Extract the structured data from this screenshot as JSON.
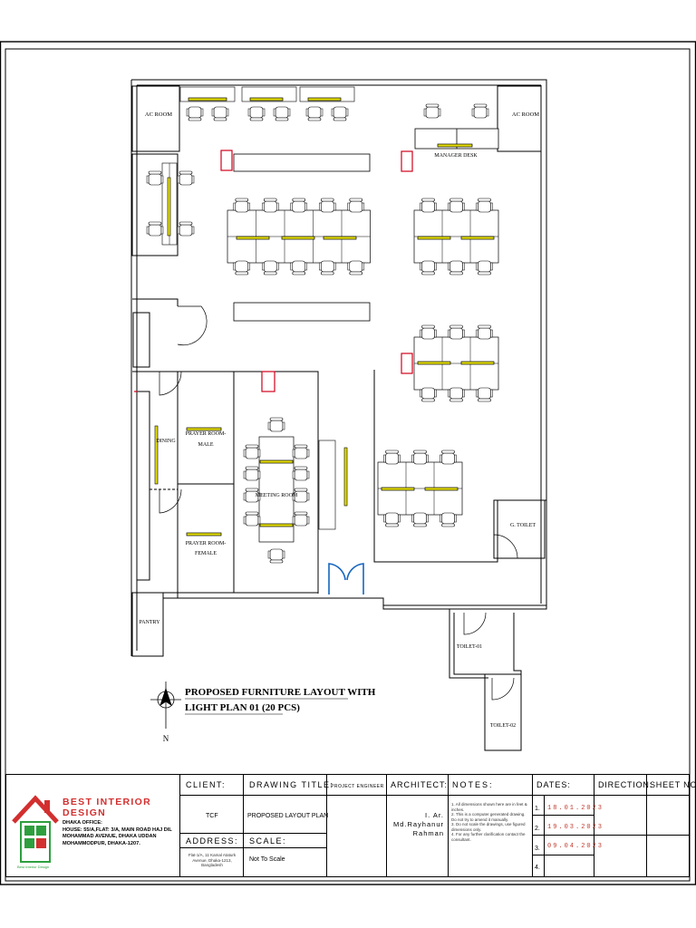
{
  "rooms": {
    "ac_room_left": "AC ROOM",
    "ac_room_right": "AC ROOM",
    "manager_desk": "MANAGER DESK",
    "dining": "DINING",
    "prayer_male_1": "PRAYER ROOM-",
    "prayer_male_2": "MALE",
    "prayer_female_1": "PRAYER ROOM-",
    "prayer_female_2": "FEMALE",
    "meeting_room": "MEETING ROOM",
    "g_toilet": "G. TOILET",
    "pantry": "PANTRY",
    "toilet_01": "TOILET-01",
    "toilet_02": "TOILET-02"
  },
  "plan_title": {
    "line1": "PROPOSED FURNITURE LAYOUT WITH",
    "line2": "LIGHT PLAN 01 (20 PCS)"
  },
  "north_label": "N",
  "title_block": {
    "company": "BEST INTERIOR DESIGN",
    "office_heading": "DHAKA OFFICE:",
    "office_lines": [
      "HOUSE: 55/A,FLAT: 3/A, MAIN ROAD HAJ DIL",
      "MOHAMMAD AVENUE, DHAKA UDDAN",
      "MOHAMMODPUR, DHAKA-1207."
    ],
    "logo_tagline": "Best Interior Design",
    "client_label": "CLIENT:",
    "client_value": "TCF",
    "address_label": "ADDRESS:",
    "address_value": "Flat-1/A, 11 Kamal Ataturk Avenue, Dhaka-1213, Bangladesh",
    "drawing_title_label": "DRAWING TITLE:",
    "drawing_title_value": "PROPOSED LAYOUT PLAN",
    "scale_label": "SCALE:",
    "scale_value": "Not To Scale",
    "project_engineer_label": "PROJECT ENGINEER",
    "architect_label": "ARCHITECT:",
    "architect_lines": [
      "I. Ar.",
      "Md.Rayhanur",
      "Rahman"
    ],
    "notes_label": "NOTES:",
    "notes": [
      "1. All dimensions shown here are in feet & inches.",
      "2. This is a computer generated drawing. Do not try to amend it manually.",
      "3. Do not scale the drawings, use figured dimensions only.",
      "4. For any further clarification contact the consultant."
    ],
    "dates_label": "DATES:",
    "dates": [
      {
        "n": "1.",
        "d": "18.01.2023"
      },
      {
        "n": "2.",
        "d": "19.03.2023"
      },
      {
        "n": "3.",
        "d": "09.04.2023"
      },
      {
        "n": "4.",
        "d": ""
      }
    ],
    "direction_label": "DIRECTION:",
    "sheet_label": "SHEET NO:"
  },
  "colors": {
    "light_fixture": "#e8e000",
    "wall_marker": "#d0021b",
    "door_glass": "#1565c0",
    "logo_red": "#d32f2f",
    "logo_green": "#2e9e3e"
  }
}
